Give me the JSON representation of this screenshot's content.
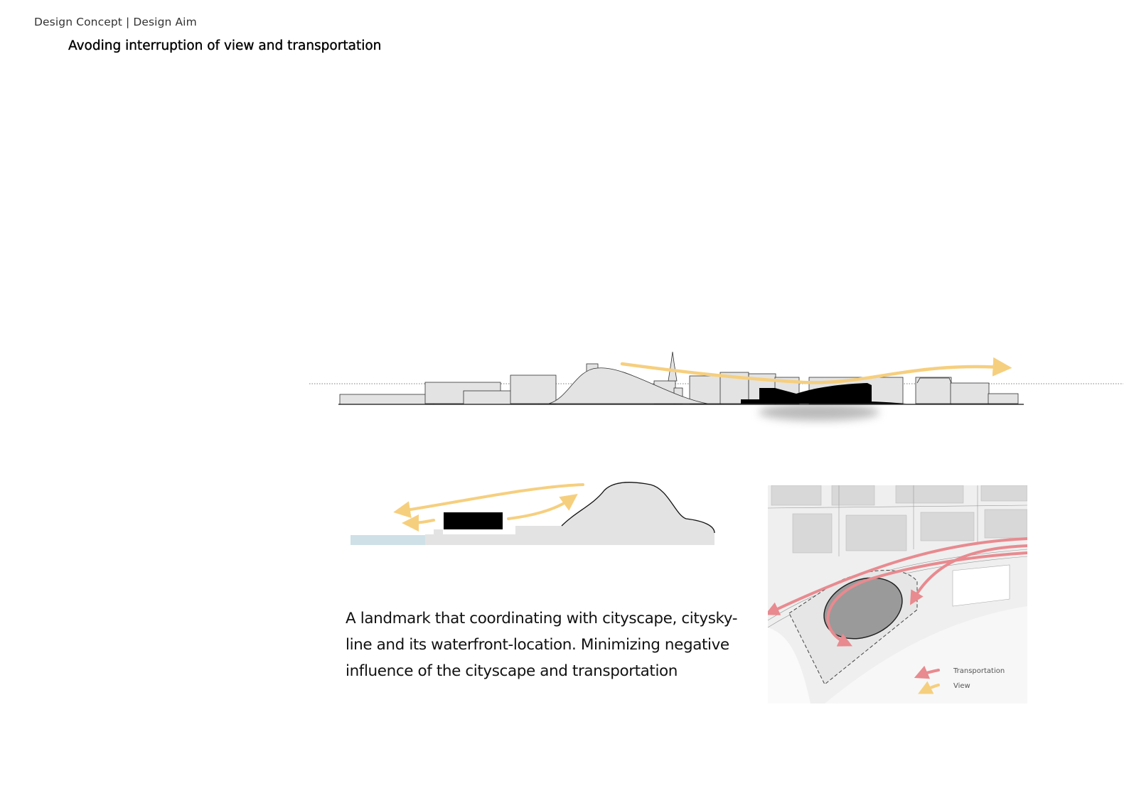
{
  "header": {
    "label": "Design Concept | Design Aim",
    "title": "Avoding interruption of view and transportation"
  },
  "description": {
    "lines": [
      "A landmark that coordinating with cityscape, citysky-",
      "line and its waterfront-location. Minimizing negative",
      "influence of the cityscape and transportation"
    ]
  },
  "legend": {
    "items": [
      {
        "label": "Transportation",
        "color": "#e88a8f"
      },
      {
        "label": "View",
        "color": "#f6cf7e"
      }
    ]
  },
  "colors": {
    "view_arrow": "#f6cf7e",
    "transportation_arrow": "#e88a8f",
    "building_fill": "#e3e3e3",
    "landmark_fill": "#000000",
    "water": "#cfe0e6",
    "site_oval": "#9a9a9a"
  }
}
